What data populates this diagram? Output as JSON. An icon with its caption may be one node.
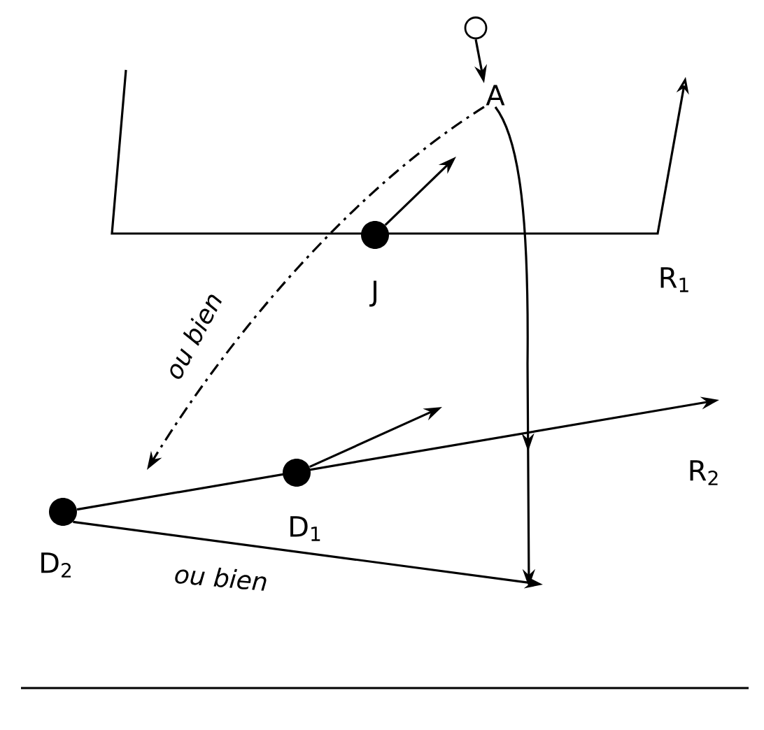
{
  "diagram": {
    "nodes": [
      {
        "text": [],
        "shape": "circle"
      },
      {
        "text": [
          "A"
        ]
      },
      {
        "text": [],
        "shape": "circle",
        "beside": [
          "J"
        ]
      },
      {
        "text": [],
        "shape": "circle",
        "beside": [
          "D$_{1}$"
        ]
      },
      {
        "text": [],
        "shape": "circle",
        "beside": [
          "D$_{2}$"
        ]
      }
    ],
    "edges": [
      {
        "from": 0,
        "to": 1,
        "arrow": "to"
      },
      {
        "from": 1,
        "to": null,
        "arrow": "to"
      },
      {
        "from": 1,
        "to": null,
        "arrow": "to",
        "style": "dashed",
        "label": "ou bien"
      },
      {
        "from": 2,
        "to": null,
        "arrow": "to"
      },
      {
        "from": 3,
        "to": null,
        "arrow": "to"
      },
      {
        "from": 4,
        "to": null,
        "arrow": "to"
      },
      {
        "from": 4,
        "to": null,
        "arrow": "to",
        "label": "ou bien"
      }
    ],
    "labels": [
      "R$_{1}$",
      "R$_{2}$"
    ]
  }
}
